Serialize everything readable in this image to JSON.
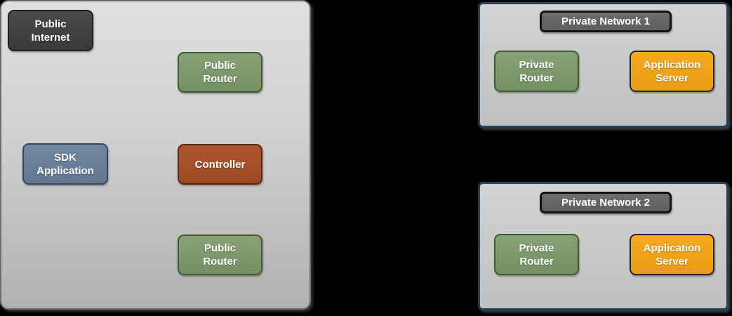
{
  "colors": {
    "canvas_background": "#000000",
    "public_panel_fill_top": "#dfdfdf",
    "public_panel_fill_bottom": "#b1b1b1",
    "public_panel_border": "#6c6c6c",
    "private_panel_fill": "#c9c9c9",
    "private_panel_border": "#24405a",
    "internet_fill": "#414141",
    "internet_border": "#1f1f1f",
    "router_fill": "#7d9a6d",
    "router_border": "#3d5a31",
    "sdk_fill": "#68809a",
    "sdk_border": "#35495e",
    "controller_fill": "#a5502a",
    "controller_border": "#5e280e",
    "app_server_fill": "#f0a21c",
    "app_server_border": "#262626",
    "badge_fill": "#666666",
    "badge_border": "#111111",
    "label_text": "#ffffff"
  },
  "public_zone": {
    "nodes": {
      "public_internet": {
        "label": "Public\nInternet"
      },
      "public_router_top": {
        "label": "Public\nRouter"
      },
      "sdk_application": {
        "label": "SDK\nApplication"
      },
      "controller": {
        "label": "Controller"
      },
      "public_router_bottom": {
        "label": "Public\nRouter"
      }
    }
  },
  "private_network_1": {
    "title": "Private Network 1",
    "nodes": {
      "private_router": {
        "label": "Private\nRouter"
      },
      "application_server": {
        "label": "Application\nServer"
      }
    }
  },
  "private_network_2": {
    "title": "Private Network 2",
    "nodes": {
      "private_router": {
        "label": "Private\nRouter"
      },
      "application_server": {
        "label": "Application\nServer"
      }
    }
  }
}
